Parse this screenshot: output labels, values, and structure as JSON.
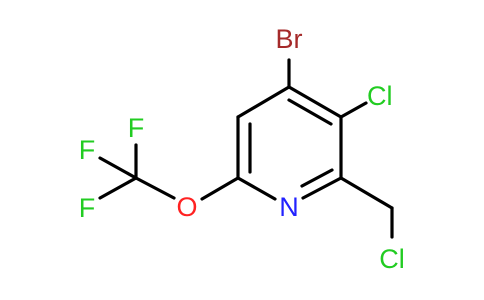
{
  "molecule": {
    "atoms": {
      "br": {
        "label": "Br",
        "color": "#a52a2a"
      },
      "cl_ring": {
        "label": "Cl",
        "color": "#22cc22"
      },
      "cl_chain": {
        "label": "Cl",
        "color": "#22cc22"
      },
      "n": {
        "label": "N",
        "color": "#2222ff"
      },
      "o": {
        "label": "O",
        "color": "#ff2222"
      },
      "f_top": {
        "label": "F",
        "color": "#22cc22"
      },
      "f_left": {
        "label": "F",
        "color": "#22cc22"
      },
      "f_bottom": {
        "label": "F",
        "color": "#22cc22"
      }
    },
    "bond_color": "#000000"
  }
}
